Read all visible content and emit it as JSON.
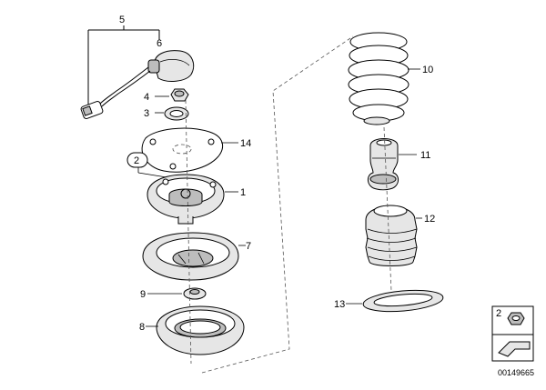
{
  "diagram_id": "00149665",
  "callouts": {
    "c1": "1",
    "c2": "2",
    "c3": "3",
    "c4": "4",
    "c5": "5",
    "c6": "6",
    "c7": "7",
    "c8": "8",
    "c9": "9",
    "c10": "10",
    "c11": "11",
    "c12": "12",
    "c13": "13",
    "c14": "14"
  },
  "legend": {
    "label": "2"
  },
  "colors": {
    "line": "#000000",
    "part_fill": "#e6e6e6",
    "shade": "#bdbdbd"
  }
}
